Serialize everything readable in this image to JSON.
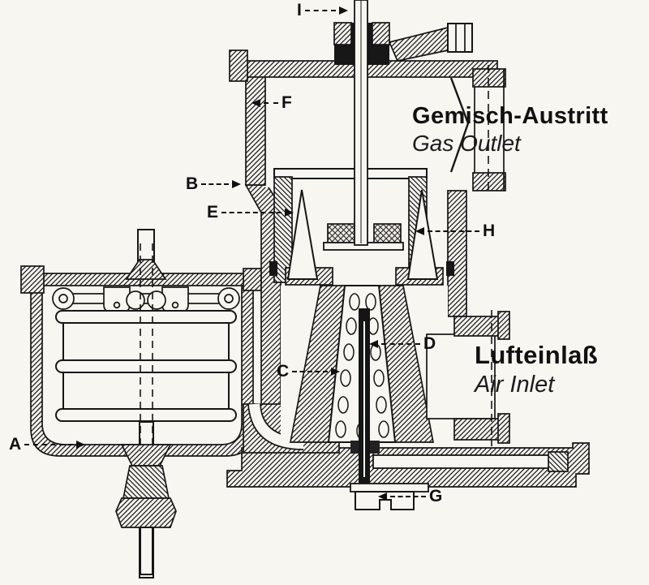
{
  "figure": {
    "type": "technical-cross-section",
    "subject": "Carburetor sectional drawing with float chamber, mixing chamber and jets",
    "colors": {
      "ink": "#161616",
      "paper": "#f8f6f0"
    }
  },
  "callouts": {
    "A": "A",
    "B": "B",
    "C": "C",
    "D": "D",
    "E": "E",
    "F": "F",
    "G": "G",
    "H": "H",
    "I": "I"
  },
  "annotations": {
    "gas_outlet": {
      "de": "Gemisch-Austritt",
      "en": "Gas Outlet"
    },
    "air_inlet": {
      "de": "Lufteinlaß",
      "en": "Air Inlet"
    }
  }
}
